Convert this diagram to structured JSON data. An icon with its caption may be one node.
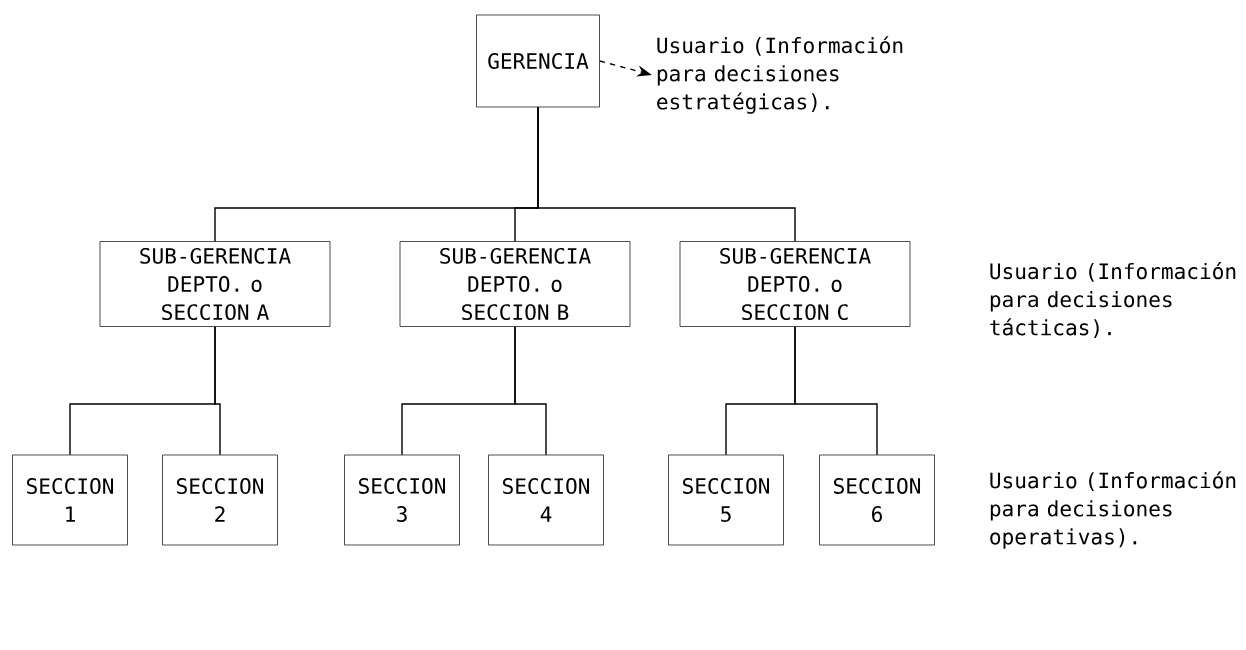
{
  "diagram": {
    "nodes": [
      {
        "text": [
          "GERENCIA"
        ]
      },
      {
        "text": [
          "Usuario (Información para decisiones estratégicas)."
        ]
      },
      {
        "text": [
          "SUB-GERENCIA DEPTO. o SECCION A"
        ]
      },
      {
        "text": [
          "SUB-GERENCIA DEPTO. o SECCION B"
        ]
      },
      {
        "text": [
          "SUB-GERENCIA DEPTO. o SECCION C"
        ]
      },
      {
        "text": [
          "SECCION 1"
        ]
      },
      {
        "text": [
          "SECCION 2"
        ]
      },
      {
        "text": [
          "SECCION 3"
        ]
      },
      {
        "text": [
          "SECCION 4"
        ]
      },
      {
        "text": [
          "SECCION 5"
        ]
      },
      {
        "text": [
          "SECCION 6"
        ]
      }
    ],
    "edges": [
      {
        "from": 0,
        "to": 1,
        "arrow": "to",
        "style": "dashed"
      },
      {
        "from": 0,
        "to": 2,
        "arrow": "none"
      },
      {
        "from": 0,
        "to": 3,
        "arrow": "none"
      },
      {
        "from": 0,
        "to": 4,
        "arrow": "none"
      },
      {
        "from": 2,
        "to": 5,
        "arrow": "none"
      },
      {
        "from": 2,
        "to": 6,
        "arrow": "none"
      },
      {
        "from": 3,
        "to": 7,
        "arrow": "none"
      },
      {
        "from": 3,
        "to": 8,
        "arrow": "none"
      },
      {
        "from": 4,
        "to": 9,
        "arrow": "none"
      },
      {
        "from": 4,
        "to": 10,
        "arrow": "none"
      }
    ],
    "labels": [
      "Usuario (Información para decisiones tácticas).",
      "Usuario (Información para decisiones operativas)."
    ]
  }
}
